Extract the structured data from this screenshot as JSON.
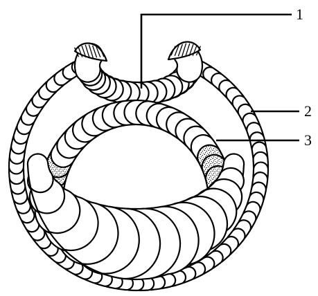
{
  "callouts": [
    {
      "id": "1",
      "text": "1"
    },
    {
      "id": "2",
      "text": "2"
    },
    {
      "id": "3",
      "text": "3"
    }
  ],
  "colors": {
    "ink": "#000000",
    "background": "#ffffff"
  },
  "icons": {
    "fringe": "hatched-fringe-icon"
  }
}
